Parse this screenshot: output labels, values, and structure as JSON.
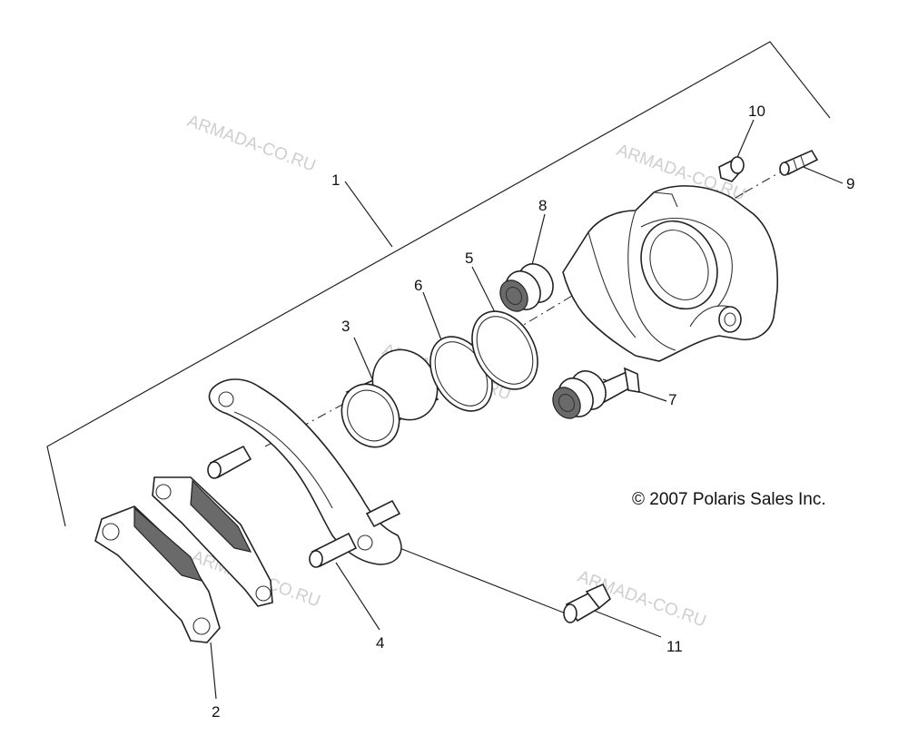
{
  "watermark_text": "ARMADA-CO.RU",
  "copyright": "© 2007 Polaris Sales Inc.",
  "labels": [
    "1",
    "2",
    "3",
    "4",
    "5",
    "6",
    "7",
    "8",
    "9",
    "10",
    "11"
  ],
  "colors": {
    "line": "#222222",
    "background": "#ffffff",
    "watermark": "#cfcfcf"
  }
}
